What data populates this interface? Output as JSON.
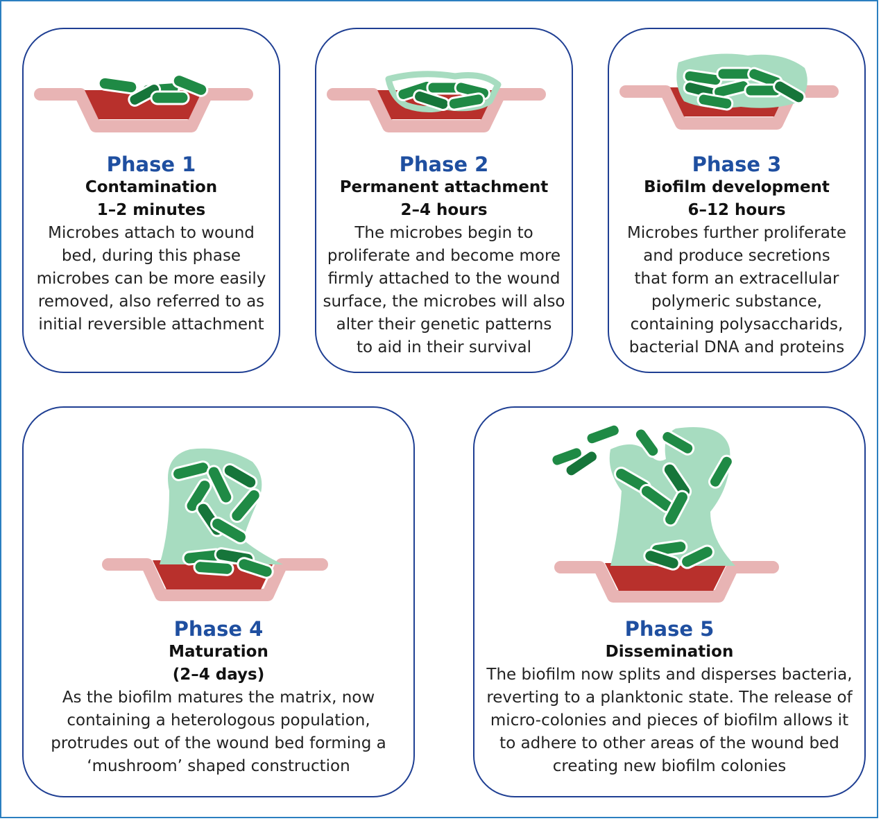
{
  "phases": [
    {
      "title": "Phase 1",
      "name": "Contamination",
      "duration": "1–2 minutes",
      "description": "Microbes attach to wound\nbed, during this phase\nmicrobes can be more easily\nremoved, also referred to as\ninitial reversible attachment"
    },
    {
      "title": "Phase 2",
      "name": "Permanent attachment",
      "duration": "2–4 hours",
      "description": "The microbes begin to\nproliferate and become more\nfirmly attached to the wound\nsurface, the microbes will also\nalter their genetic patterns\nto aid in their survival"
    },
    {
      "title": "Phase 3",
      "name": "Biofilm development",
      "duration": "6–12 hours",
      "description": "Microbes further proliferate\nand produce secretions\nthat form an extracellular\npolymeric substance,\ncontaining polysaccharids,\nbacterial DNA and proteins"
    },
    {
      "title": "Phase 4",
      "name": "Maturation",
      "duration": "(2–4 days)",
      "description": "As the biofilm matures the matrix, now\ncontaining a heterologous population,\nprotrudes out of the wound bed forming a\n‘mushroom’ shaped construction"
    },
    {
      "title": "Phase 5",
      "name": "Dissemination",
      "duration": "",
      "description": "The biofilm now splits and disperses bacteria,\nreverting to a planktonic state. The release of\nmicro-colonies and pieces of biofilm allows it\nto adhere to other areas of the wound bed\ncreating new biofilm colonies"
    }
  ],
  "colors": {
    "border": "#1f3f93",
    "phase_title": "#1f4fa0",
    "skin": "#e8b4b4",
    "wound": "#b8302c",
    "bacteria": "#1f8a45",
    "matrix": "#a7dcc0",
    "frame": "#2b7fc0"
  }
}
